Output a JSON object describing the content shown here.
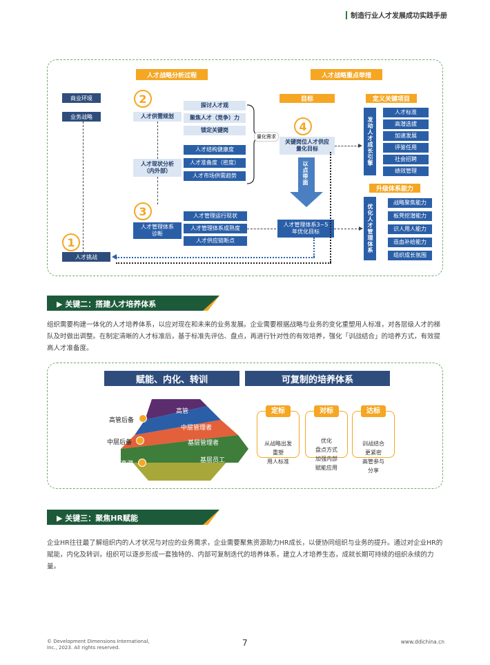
{
  "header": {
    "title": "制造行业人才发展成功实践手册"
  },
  "diagram1": {
    "analysis_title": "人才战略分析过程",
    "measures_title": "人才战略重点举措",
    "left_boxes": [
      "商业环境",
      "业务战略"
    ],
    "step_numbers": [
      "1",
      "2",
      "3",
      "4"
    ],
    "supply_planning": "人才供需规划",
    "supply_items": [
      "探讨人才观",
      "聚焦人才（竞争）力",
      "锁定关键岗"
    ],
    "status_analysis": "人才现状分析（内外部）",
    "status_items": [
      "人才结构健康度",
      "人才准备度（密度）",
      "人才市场供需趋势"
    ],
    "system_diag": "人才管理体系诊断",
    "diag_items": [
      "人才管理运行现状",
      "人才管理体系成熟度",
      "人才供应链断点"
    ],
    "challenge": "人才挑战",
    "quantify_label": "量化需求",
    "goal_header": "目标",
    "goal_box": "关键岗位人才供应量化目标",
    "arrow_text": "以点带面",
    "system_goal": "人才管理体系3~5年优化目标",
    "define_header": "定义关键项目",
    "engine_label": "发动人才成长引擎",
    "define_items": [
      "人才标准",
      "高潜选拔",
      "加速发展",
      "评鉴任用",
      "社会招聘",
      "绩效管理"
    ],
    "upgrade_header": "升级体系能力",
    "optimize_label": "优化人才管理体系",
    "upgrade_items": [
      "战略聚焦能力",
      "板凳挖潜能力",
      "识人用人能力",
      "造血补给能力",
      "组织成长氛围"
    ]
  },
  "section2": {
    "title": "▶ 关键二：搭建人才培养体系",
    "para": "组织需要构建一体化的人才培养体系，以应对现在和未来的业务发展。企业需要根据战略与业务的变化重塑用人标准，对各层级人才的梯队及时做出调整。在制定清晰的人才标准后，基于标准先评估、盘点，再进行针对性的有效培养，强化「训战结合」的培养方式，有效提高人才准备度。"
  },
  "diagram2": {
    "banner_left": "赋能、内化、转训",
    "banner_right": "可复制的培养体系",
    "pyramid_labels": [
      "高管",
      "中层管理者",
      "基层管理者",
      "基层员工"
    ],
    "side_labels": [
      "高管后备",
      "中层后备",
      "创新高潜"
    ],
    "tags": [
      {
        "label": "定标",
        "text": "从战略出发\n重塑\n用人标准"
      },
      {
        "label": "对标",
        "text": "优化\n盘点方式\n加强内部\n赋能应用"
      },
      {
        "label": "达标",
        "text": "训战结合\n更紧密\n高管参与\n分享"
      }
    ],
    "colors": {
      "purple": "#5b2d6e",
      "blue": "#2a5fa8",
      "orange": "#e2603a",
      "green": "#3e7d3a",
      "olive": "#a8a83a",
      "accent": "#f5a623"
    }
  },
  "section3": {
    "title": "▶ 关键三：聚焦HR赋能",
    "para": "企业HR往往最了解组织内的人才状况与对应的业务需求，企业需要聚焦资源助力HR成长，以便协同组织与业务的提升。通过对企业HR的赋能，内化及转训，组织可以逐步形成一套独特的、内部可复制迭代的培养体系，建立人才培养生态，成就长期可持续的组织永续的力量。"
  },
  "footer": {
    "copyright1": "© Development Dimensions International,",
    "copyright2": "Inc., 2023. All rights reserved.",
    "page": "7",
    "url": "www.ddichina.cn"
  }
}
